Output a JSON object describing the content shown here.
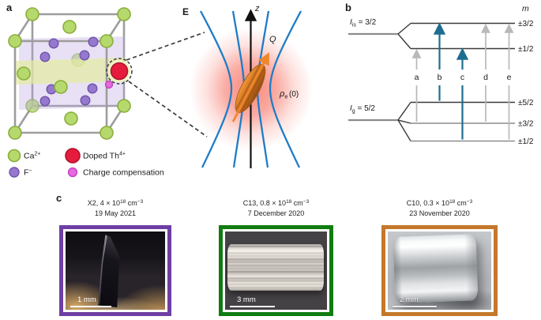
{
  "panel_a": {
    "label": "a",
    "legend": [
      {
        "base": "Ca",
        "sup": "2+",
        "color": "#b5d96d",
        "stroke": "#8aae3a"
      },
      {
        "base": "F",
        "sup": "−",
        "color": "#9678cf",
        "stroke": "#6f54ab"
      },
      {
        "base": "Doped Th",
        "sup": "4+",
        "color": "#e51c3d",
        "stroke": "#b1122f"
      },
      {
        "base": "Charge compensation",
        "sup": "",
        "color": "#e668dd",
        "stroke": "#bf3fc0"
      }
    ]
  },
  "panel_field": {
    "e_label": "E",
    "z_label": "z",
    "q_label": "Q",
    "rho_symbol": "ρ",
    "rho_sub": "e",
    "rho_rest": "(0)",
    "field_line_color": "#1e7cc8",
    "glow_color": "#f6695a",
    "spheroid_color": "#d9731c",
    "arrow_color": "#f0862c"
  },
  "panel_b": {
    "label": "b",
    "m_header": "m",
    "isomer": {
      "symbol": "I",
      "sub": "is",
      "rest": " = 3/2",
      "levels": [
        "±3/2",
        "±1/2"
      ]
    },
    "ground": {
      "symbol": "I",
      "sub": "g",
      "rest": " = 5/2",
      "levels": [
        "±5/2",
        "±3/2",
        "±1/2"
      ]
    },
    "transitions": [
      {
        "label": "a",
        "from": "±3/2",
        "to": "±1/2",
        "highlighted": false
      },
      {
        "label": "b",
        "from": "±5/2",
        "to": "±3/2",
        "highlighted": true
      },
      {
        "label": "c",
        "from": "±1/2",
        "to": "±1/2",
        "highlighted": true
      },
      {
        "label": "d",
        "from": "±3/2",
        "to": "±3/2",
        "highlighted": false
      },
      {
        "label": "e",
        "from": "±1/2",
        "to": "±3/2",
        "highlighted": false
      }
    ],
    "highlight_color": "#1d6d90",
    "muted_color": "#b9b9b9"
  },
  "panel_c": {
    "label": "c",
    "photos": [
      {
        "title_prefix": "X2, 4 × 10",
        "title_exp": "18",
        "title_unit": " cm",
        "title_unit_exp": "−3",
        "date": "19 May 2021",
        "border_color": "#6e3fa3",
        "scale_label": "1 mm"
      },
      {
        "title_prefix": "C13, 0.8 × 10",
        "title_exp": "18",
        "title_unit": " cm",
        "title_unit_exp": "−3",
        "date": "7 December 2020",
        "border_color": "#117c11",
        "scale_label": "3 mm"
      },
      {
        "title_prefix": "C10, 0.3 × 10",
        "title_exp": "18",
        "title_unit": " cm",
        "title_unit_exp": "−3",
        "date": "23 November 2020",
        "border_color": "#c4782a",
        "scale_label": "2 mm"
      }
    ]
  }
}
